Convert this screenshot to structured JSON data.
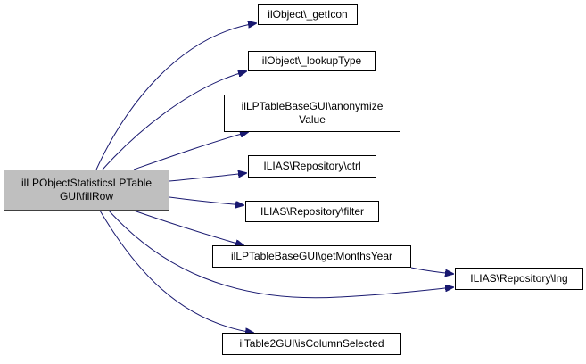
{
  "diagram": {
    "type": "call-graph",
    "edge_color": "#191970",
    "root": {
      "id": "fillRow",
      "label": "ilLPObjectStatisticsLPTable\nGUI\\fillRow",
      "fill": "#bfbfbf"
    },
    "nodes": [
      {
        "id": "getIcon",
        "label": "ilObject\\_getIcon"
      },
      {
        "id": "lookupType",
        "label": "ilObject\\_lookupType"
      },
      {
        "id": "anonymizeValue",
        "label": "ilLPTableBaseGUI\\anonymize\nValue"
      },
      {
        "id": "ctrl",
        "label": "ILIAS\\Repository\\ctrl"
      },
      {
        "id": "filter",
        "label": "ILIAS\\Repository\\filter"
      },
      {
        "id": "getMonthsYear",
        "label": "ilLPTableBaseGUI\\getMonthsYear"
      },
      {
        "id": "lng",
        "label": "ILIAS\\Repository\\lng"
      },
      {
        "id": "isColumnSelected",
        "label": "ilTable2GUI\\isColumnSelected"
      }
    ],
    "edges": [
      {
        "from": "fillRow",
        "to": "getIcon"
      },
      {
        "from": "fillRow",
        "to": "lookupType"
      },
      {
        "from": "fillRow",
        "to": "anonymizeValue"
      },
      {
        "from": "fillRow",
        "to": "ctrl"
      },
      {
        "from": "fillRow",
        "to": "filter"
      },
      {
        "from": "fillRow",
        "to": "getMonthsYear"
      },
      {
        "from": "fillRow",
        "to": "lng"
      },
      {
        "from": "getMonthsYear",
        "to": "lng"
      },
      {
        "from": "fillRow",
        "to": "isColumnSelected"
      }
    ]
  }
}
